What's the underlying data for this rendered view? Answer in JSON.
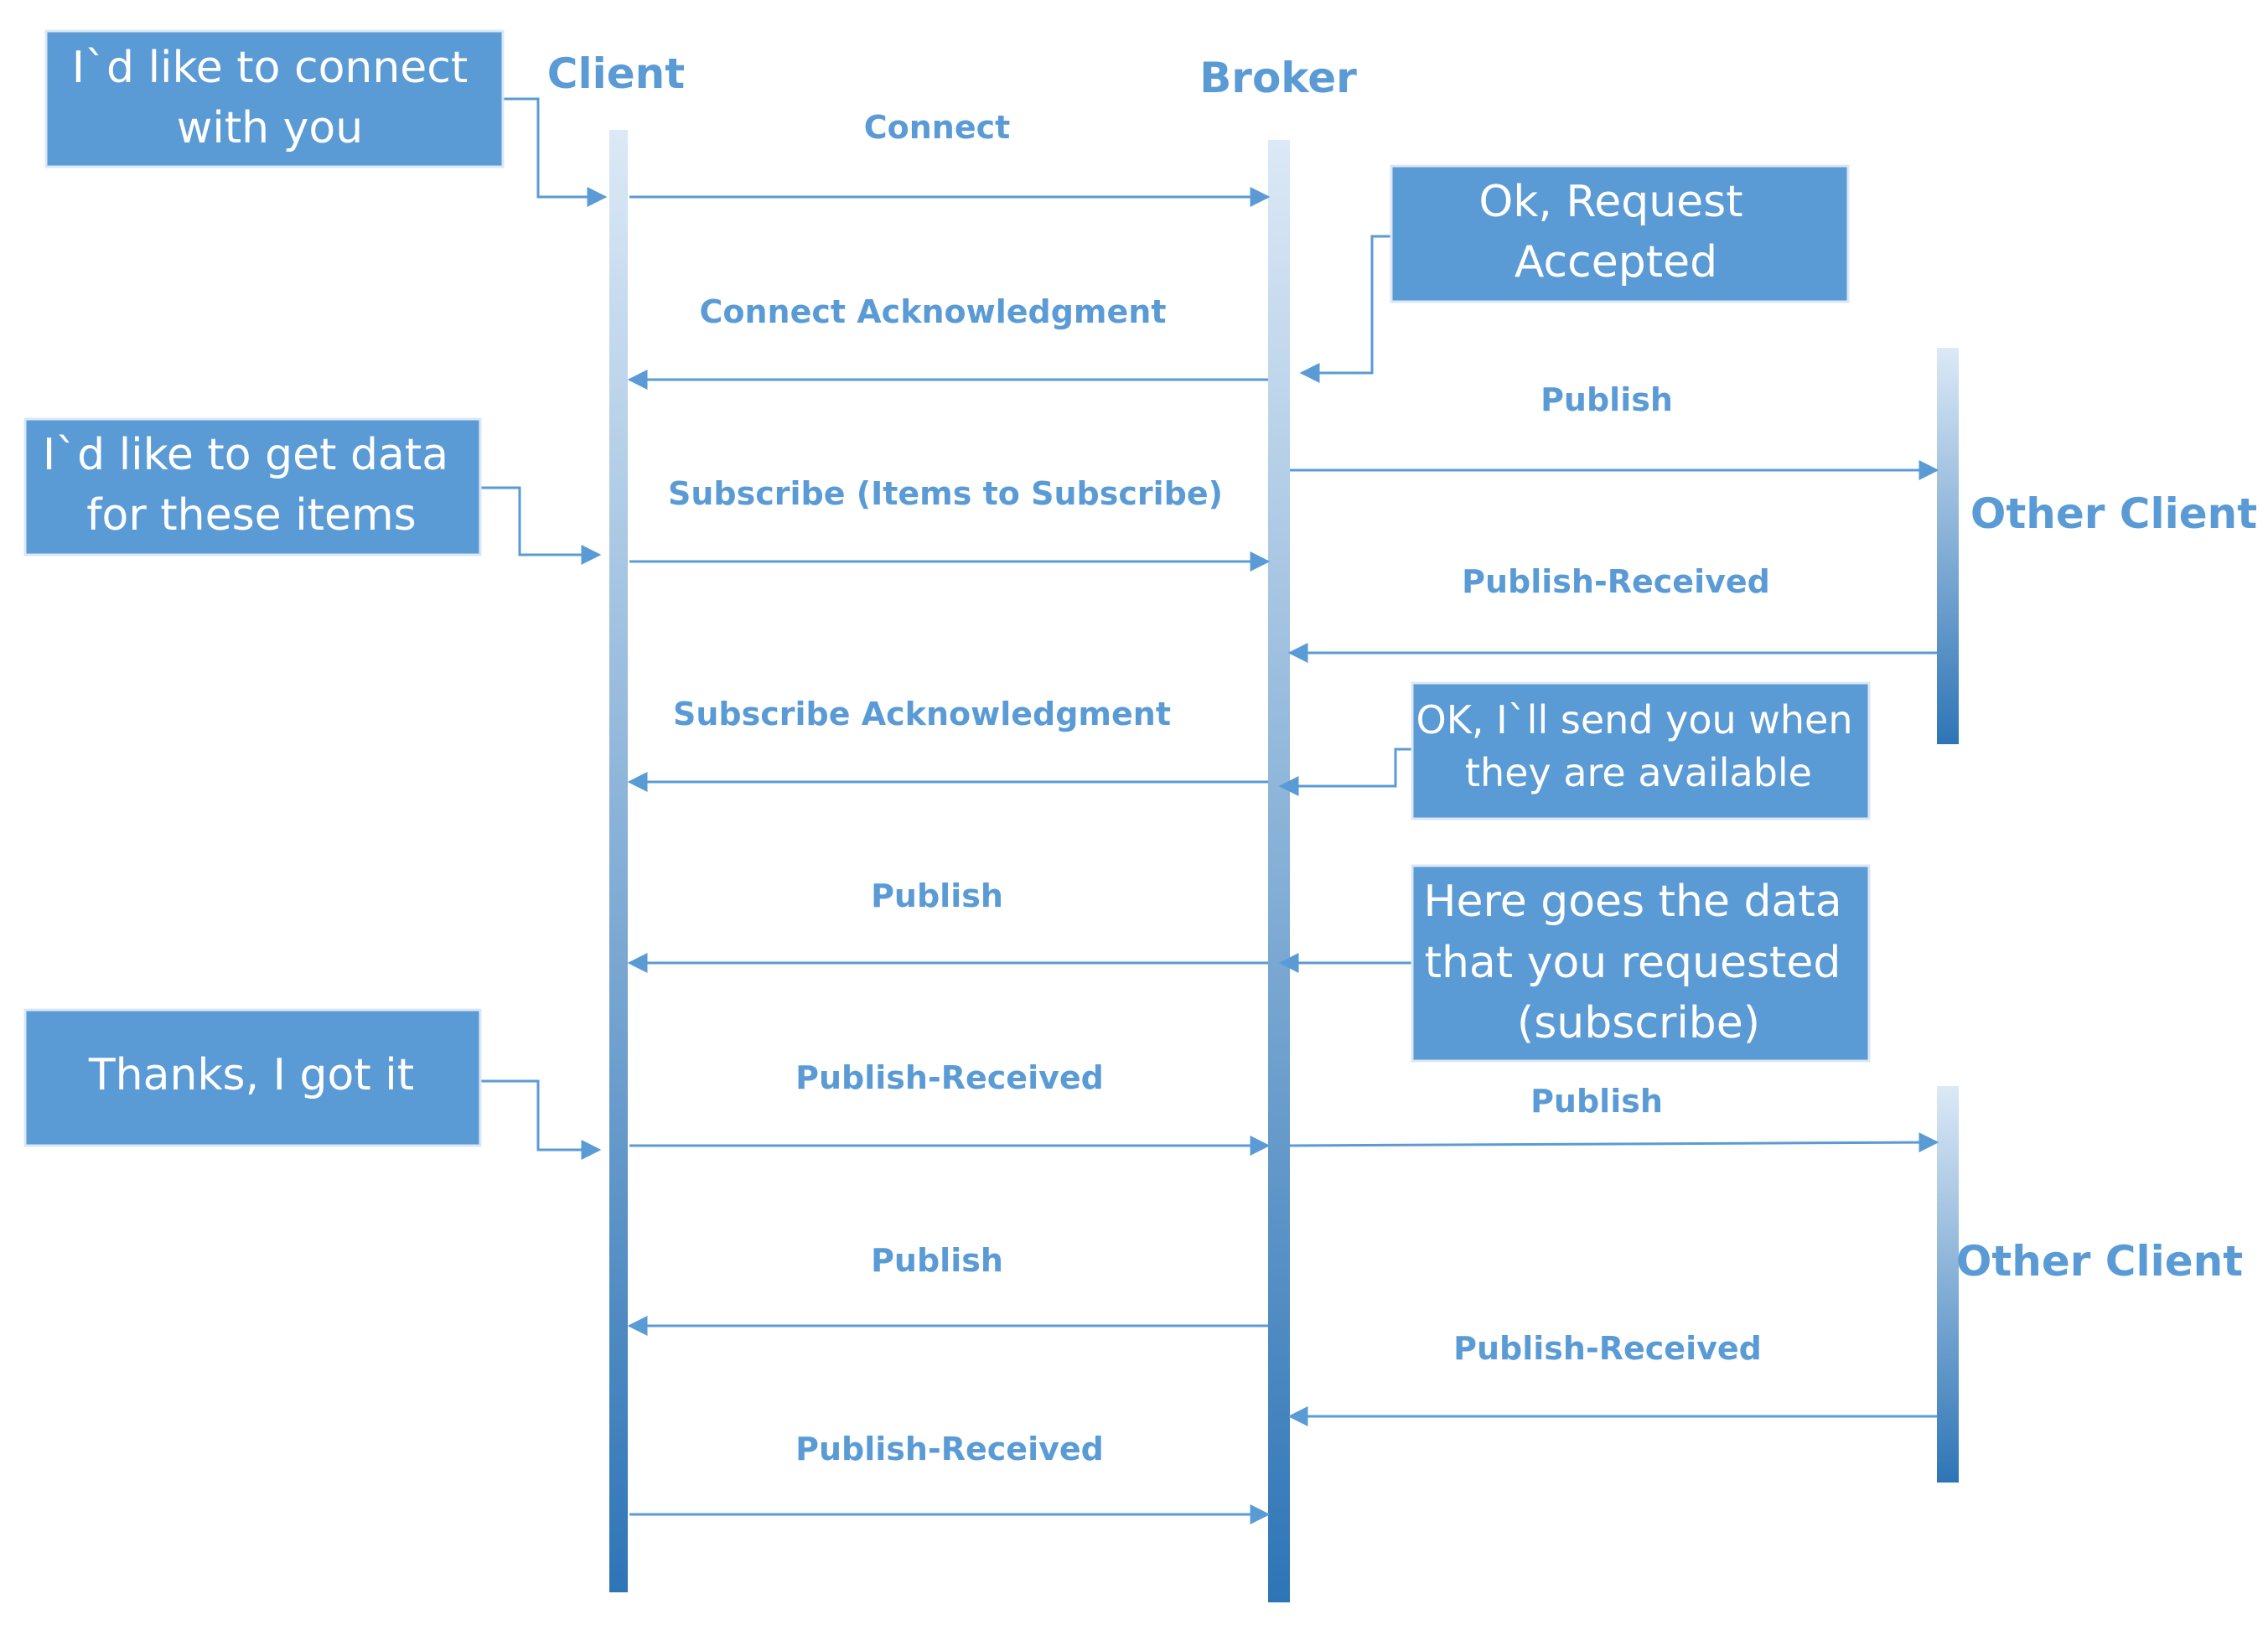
{
  "actors": {
    "client": "Client",
    "broker": "Broker",
    "other_client_1": "Other Client",
    "other_client_2": "Other Client"
  },
  "notes": {
    "connect_request": [
      "I`d like to connect",
      "with you"
    ],
    "request_accepted": [
      "Ok, Request",
      "Accepted"
    ],
    "subscribe_request": [
      "I`d like to get data",
      "for these items"
    ],
    "send_when_available": [
      "OK, I`ll send you when",
      "they are available"
    ],
    "data_delivery": [
      "Here goes the data",
      "that you requested",
      "(subscribe)"
    ],
    "thanks": [
      "Thanks, I got it"
    ]
  },
  "messages": {
    "connect": "Connect",
    "connect_ack": "Connect Acknowledgment",
    "publish_to_other_1": "Publish",
    "subscribe": "Subscribe (Items to Subscribe)",
    "publish_received_from_other_1": "Publish-Received",
    "subscribe_ack": "Subscribe Acknowledgment",
    "publish_to_client_1": "Publish",
    "publish_received_from_client_1": "Publish-Received",
    "publish_to_other_2": "Publish",
    "publish_to_client_2": "Publish",
    "publish_received_from_other_2": "Publish-Received",
    "publish_received_from_client_2": "Publish-Received"
  },
  "colors": {
    "accent": "#5b9bd5",
    "lifeline_light": "#dce9f6",
    "lifeline_dark": "#2e75b6"
  }
}
